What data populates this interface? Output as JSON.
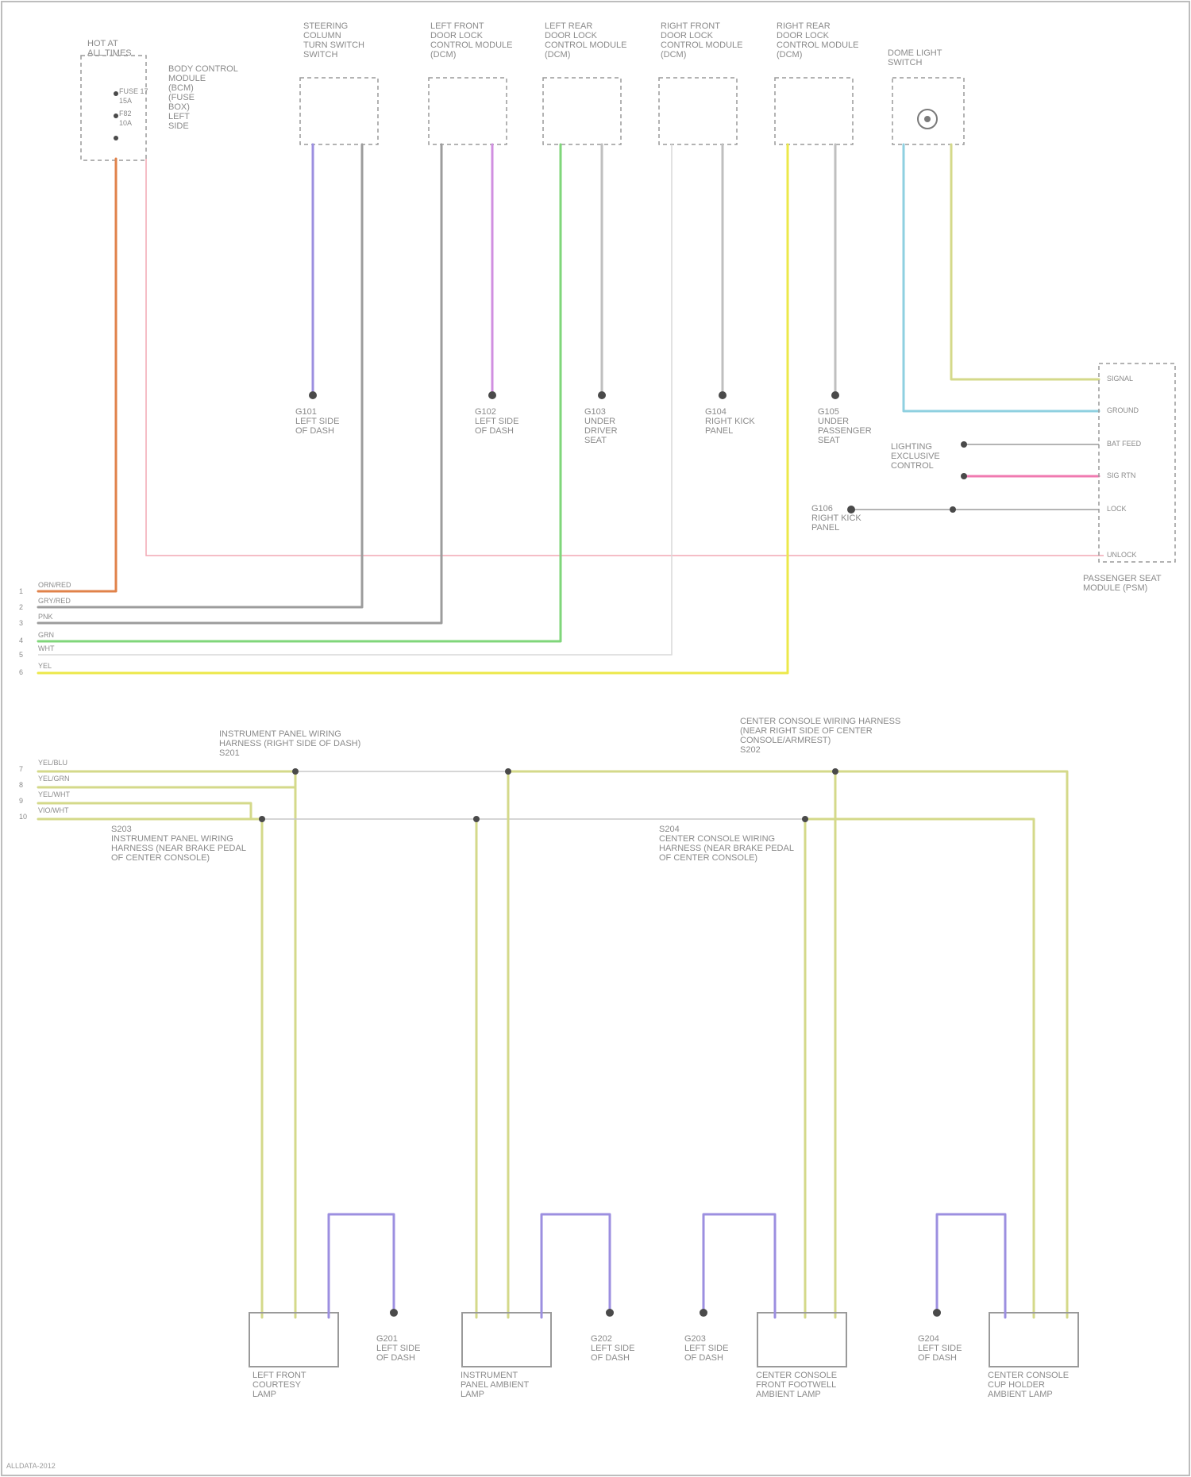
{
  "colors": {
    "orange": "#e0824a",
    "pink": "#f2a7b4",
    "gray": "#9c9c9c",
    "green": "#7fd67a",
    "white_wire": "#d9d9d9",
    "yellow": "#ece84a",
    "violet": "#9c8fe0",
    "pink_violet": "#d08fe0",
    "light_blue": "#8fd0e0",
    "yellow_green": "#d4d98a",
    "magenta": "#f07ab0"
  },
  "diagram": {
    "hot_at_label": "HOT AT\nALL TIMES",
    "fuse_labels": [
      "FUSE 17\n15A",
      "F82\n10A"
    ],
    "fuse_block_label": "BODY CONTROL\nMODULE\n(BCM)\n(FUSE\nBOX)\nLEFT\nSIDE",
    "top_components": [
      "STEERING\nCOLUMN\nTURN SWITCH\nSWITCH",
      "LEFT FRONT\nDOOR LOCK\nCONTROL MODULE\n(DCM)",
      "LEFT REAR\nDOOR LOCK\nCONTROL MODULE\n(DCM)",
      "RIGHT FRONT\nDOOR LOCK\nCONTROL MODULE\n(DCM)",
      "RIGHT REAR\nDOOR LOCK\nCONTROL MODULE\n(DCM)",
      "DOME LIGHT\nSWITCH"
    ],
    "ground_labels_top": [
      "G101\nLEFT SIDE\nOF DASH",
      "G102\nLEFT SIDE\nOF DASH",
      "G103\nUNDER\nDRIVER\nSEAT",
      "G104\nRIGHT KICK\nPANEL",
      "G105\nUNDER\nPASSENGER\nSEAT"
    ],
    "ground_labels_bottom": [
      "G201\nLEFT SIDE\nOF DASH",
      "G202\nLEFT SIDE\nOF DASH",
      "G203\nLEFT SIDE\nOF DASH",
      "G204\nLEFT SIDE\nOF DASH"
    ],
    "left_bus_labels": [
      "ORN/RED",
      "GRY/RED",
      "PNK",
      "GRN",
      "WHT",
      "YEL"
    ],
    "left_bus_pins": [
      "1",
      "2",
      "3",
      "4",
      "5",
      "6"
    ],
    "bottom_bus_labels": [
      "YEL/BLU",
      "YEL/GRN",
      "YEL/WHT",
      "VIO/WHT"
    ],
    "bottom_bus_pins": [
      "7",
      "8",
      "9",
      "10"
    ],
    "right_module": {
      "label": "PASSENGER SEAT\nMODULE (PSM)",
      "pin_labels": [
        "SIGNAL",
        "GROUND",
        "BAT FEED",
        "SIG RTN",
        "LOCK",
        "UNLOCK"
      ],
      "switch_label": "LIGHTING\nEXCLUSIVE\nCONTROL",
      "ground_label": "G106\nRIGHT KICK\nPANEL"
    },
    "splice_labels": [
      "INSTRUMENT PANEL WIRING\nHARNESS (RIGHT SIDE OF DASH)\nS201",
      "CENTER CONSOLE WIRING HARNESS\n(NEAR RIGHT SIDE OF CENTER\nCONSOLE/ARMREST)\nS202",
      "S203\nINSTRUMENT PANEL WIRING\nHARNESS (NEAR BRAKE PEDAL\nOF CENTER CONSOLE)",
      "S204\nCENTER CONSOLE WIRING\nHARNESS (NEAR BRAKE PEDAL\nOF CENTER CONSOLE)"
    ],
    "bottom_components": [
      "LEFT FRONT\nCOURTESY\nLAMP",
      "INSTRUMENT\nPANEL AMBIENT\nLAMP",
      "CENTER CONSOLE\nFRONT FOOTWELL\nAMBIENT LAMP",
      "CENTER CONSOLE\nCUP HOLDER\nAMBIENT LAMP"
    ],
    "footer_ref": "ALLDATA-2012"
  }
}
